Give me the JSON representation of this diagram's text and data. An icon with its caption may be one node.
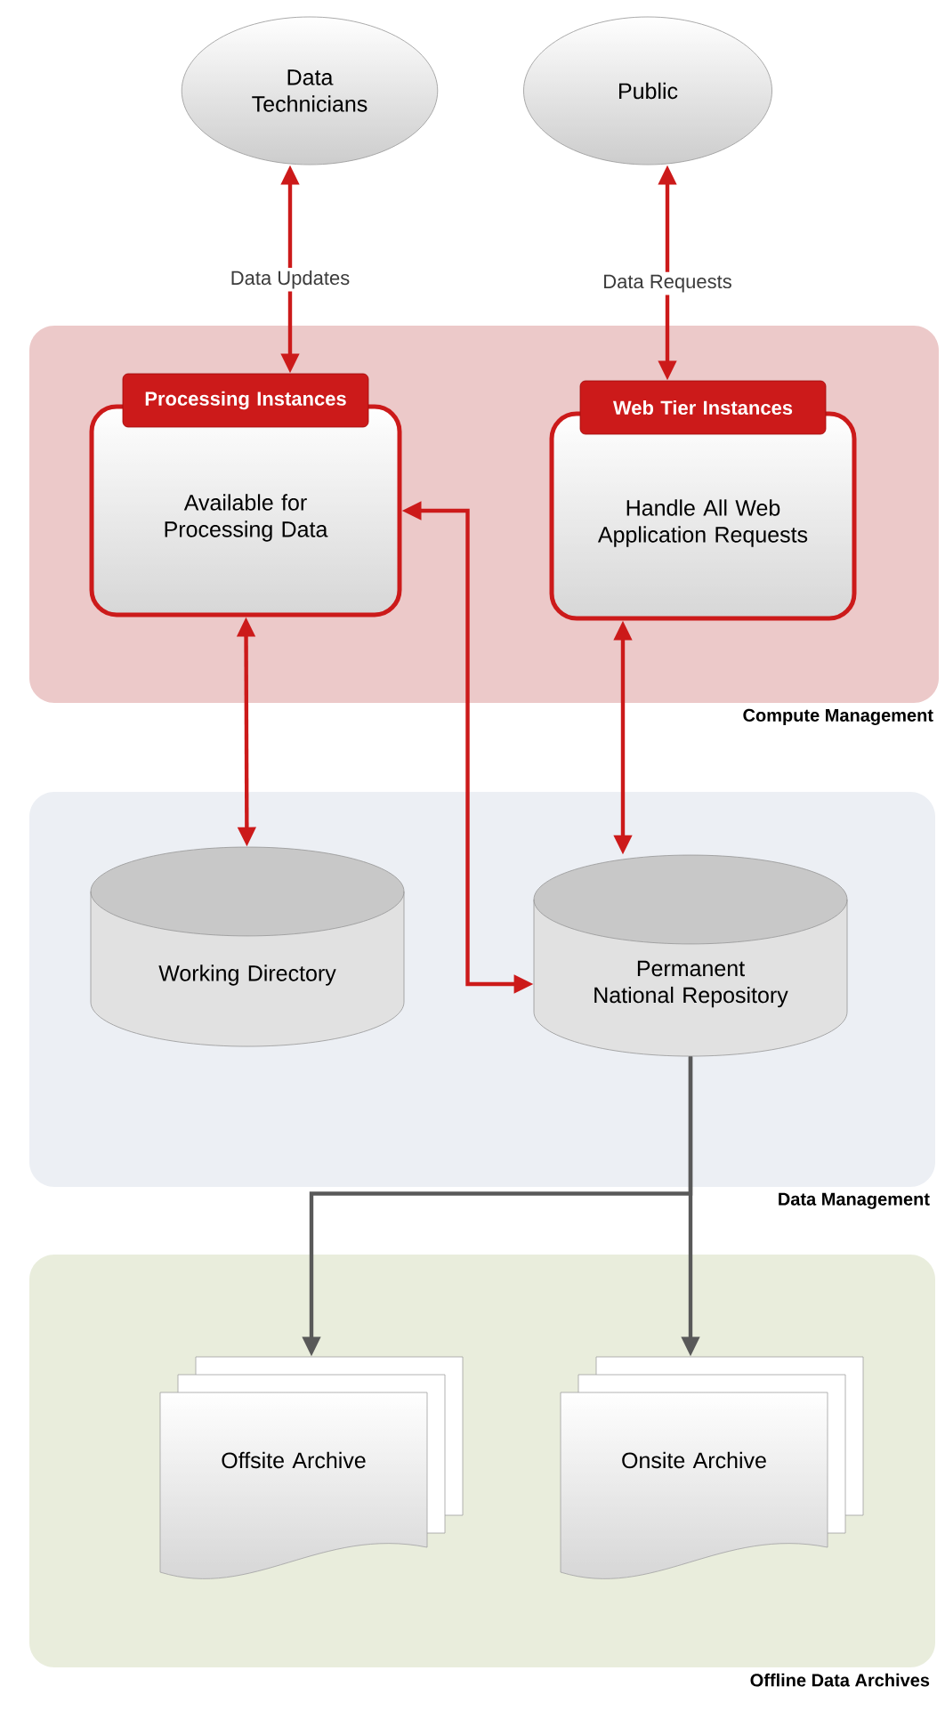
{
  "diagram": {
    "nodes": [
      {
        "text": [
          "Data Technicians"
        ]
      },
      {
        "text": [
          "Public"
        ]
      },
      {
        "text": [
          "Compute Management"
        ]
      },
      {
        "text": [
          "Processing Instances",
          "Available for Processing Data"
        ],
        "in": 2
      },
      {
        "text": [
          "Web Tier Instances",
          "Handle All Web Application Requests"
        ],
        "in": 2
      },
      {
        "text": [
          "Data Management"
        ]
      },
      {
        "text": [
          "Working Directory"
        ],
        "in": 5
      },
      {
        "text": [
          "Permanent National Repository"
        ],
        "in": 5
      },
      {
        "text": [
          "Offline Data Archives"
        ]
      },
      {
        "text": [
          "Offsite Archive"
        ],
        "in": 8
      },
      {
        "text": [
          "Onsite Archive"
        ],
        "in": 8
      }
    ],
    "edges": [
      {
        "from": 0,
        "to": 3,
        "arrow": "both",
        "label": "Data Updates"
      },
      {
        "from": 1,
        "to": 4,
        "arrow": "both",
        "label": "Data Requests"
      },
      {
        "from": 3,
        "to": 6,
        "arrow": "both"
      },
      {
        "from": 3,
        "to": 7,
        "arrow": "both"
      },
      {
        "from": 4,
        "to": 7,
        "arrow": "both"
      },
      {
        "from": 7,
        "to": 9,
        "arrow": "to",
        "color": "#595959"
      },
      {
        "from": 7,
        "to": 10,
        "arrow": "to",
        "color": "#595959"
      }
    ]
  }
}
